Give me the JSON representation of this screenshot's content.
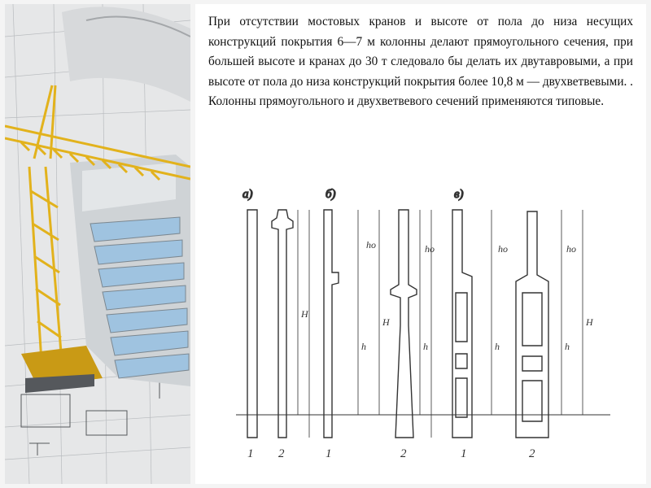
{
  "slide": {
    "body_text": "При отсутствии мостовых кранов и высоте от пола до низа несущих конструкций покрытия 6—7 м колонны делают прямоугольного сечения, при большей высоте и кранах до 30 т следовало бы делать их двутавровыми, а при высоте от пола до низа конструкций покрытия более 10,8 м — двухветвевыми. . Колонны прямоугольного и двухветвевого сечений применяются типовые."
  },
  "diagram": {
    "group_labels": [
      "а)",
      "б)",
      "в)"
    ],
    "column_labels": [
      "1",
      "2",
      "1",
      "2",
      "1",
      "2"
    ],
    "dimension_labels": {
      "h0": "hо",
      "H": "H",
      "h": "h"
    }
  },
  "colors": {
    "crane_yellow": "#e2b21c",
    "glass_blue": "#9fc3e0",
    "drawing_line": "#333333"
  }
}
